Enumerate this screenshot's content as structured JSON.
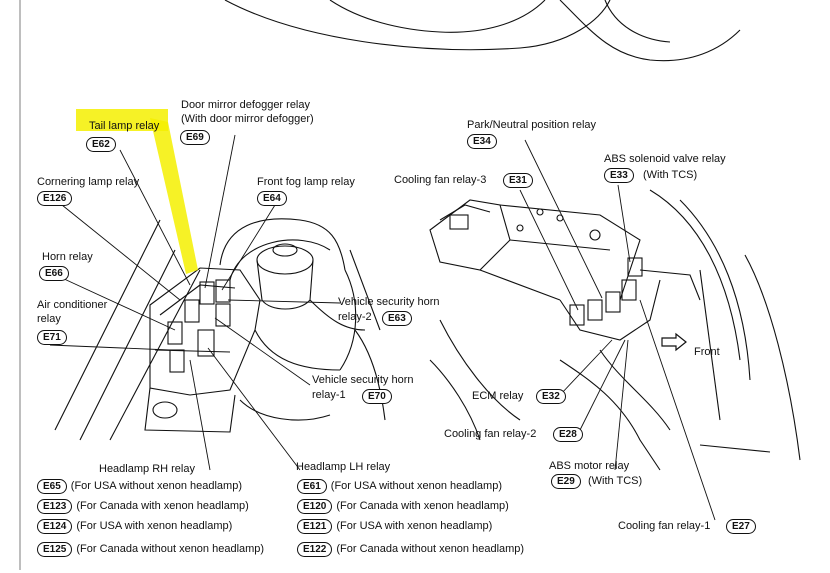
{
  "labels": {
    "tail_lamp_relay": {
      "text": "Tail lamp relay",
      "code": "E62"
    },
    "door_mirror_defogger_relay": {
      "text": "Door mirror defogger relay",
      "sub": "(With door mirror defogger)",
      "code": "E69"
    },
    "park_neutral_position_relay": {
      "text": "Park/Neutral position relay",
      "code": "E34"
    },
    "abs_solenoid_valve_relay": {
      "text": "ABS solenoid valve relay",
      "code": "E33",
      "suffix": "(With TCS)"
    },
    "cooling_fan_relay_3": {
      "text": "Cooling fan relay-3",
      "code": "E31"
    },
    "cornering_lamp_relay": {
      "text": "Cornering lamp relay",
      "code": "E126"
    },
    "front_fog_lamp_relay": {
      "text": "Front fog lamp relay",
      "code": "E64"
    },
    "horn_relay": {
      "text": "Horn relay",
      "code": "E66"
    },
    "air_conditioner_relay": {
      "text": "Air conditioner",
      "text2": "relay",
      "code": "E71"
    },
    "vehicle_security_horn_relay_2": {
      "text": "Vehicle security horn",
      "text2": "relay-2",
      "code": "E63"
    },
    "vehicle_security_horn_relay_1": {
      "text": "Vehicle security horn",
      "text2": "relay-1",
      "code": "E70"
    },
    "front": {
      "text": "Front"
    },
    "ecm_relay": {
      "text": "ECM relay",
      "code": "E32"
    },
    "cooling_fan_relay_2": {
      "text": "Cooling fan relay-2",
      "code": "E28"
    },
    "abs_motor_relay": {
      "text": "ABS motor relay",
      "code": "E29",
      "suffix": "(With TCS)"
    },
    "cooling_fan_relay_1": {
      "text": "Cooling fan relay-1",
      "code": "E27"
    }
  },
  "headlamp_rh": {
    "title": "Headlamp RH relay",
    "rows": [
      {
        "code": "E65",
        "text": "(For USA without xenon headlamp)"
      },
      {
        "code": "E123",
        "text": "(For Canada with xenon headlamp)"
      },
      {
        "code": "E124",
        "text": "(For USA with xenon headlamp)"
      },
      {
        "code": "E125",
        "text": "(For Canada without xenon headlamp)"
      }
    ]
  },
  "headlamp_lh": {
    "title": "Headlamp LH relay",
    "rows": [
      {
        "code": "E61",
        "text": "(For USA without xenon headlamp)"
      },
      {
        "code": "E120",
        "text": "(For Canada with xenon headlamp)"
      },
      {
        "code": "E121",
        "text": "(For USA with xenon headlamp)"
      },
      {
        "code": "E122",
        "text": "(For Canada without xenon headlamp)"
      }
    ]
  },
  "colors": {
    "highlight": "#f4f000",
    "ink": "#111111"
  }
}
